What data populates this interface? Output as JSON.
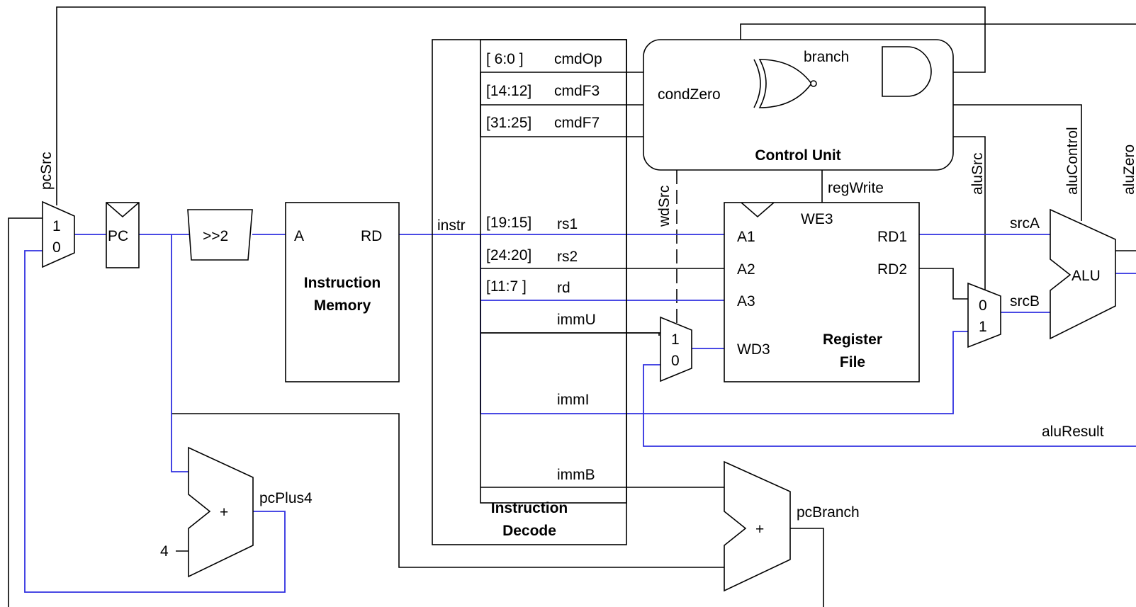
{
  "signals": {
    "pcSrc": "pcSrc",
    "instr": "instr",
    "branch": "branch",
    "condZero": "condZero",
    "wdSrc": "wdSrc",
    "regWrite": "regWrite",
    "aluSrc": "aluSrc",
    "aluControl": "aluControl",
    "aluZero": "aluZero",
    "srcA": "srcA",
    "srcB": "srcB",
    "aluResult": "aluResult",
    "pcPlus4": "pcPlus4",
    "pcBranch": "pcBranch",
    "const4": "4"
  },
  "blocks": {
    "pc": "PC",
    "shift": ">>2",
    "imem": {
      "port_a": "A",
      "port_rd": "RD",
      "title_line1": "Instruction",
      "title_line2": "Memory"
    },
    "decode": {
      "title_line1": "Instruction",
      "title_line2": "Decode",
      "fields": [
        {
          "bits": "[ 6:0 ]",
          "name": "cmdOp"
        },
        {
          "bits": "[14:12]",
          "name": "cmdF3"
        },
        {
          "bits": "[31:25]",
          "name": "cmdF7"
        },
        {
          "bits": "[19:15]",
          "name": "rs1"
        },
        {
          "bits": "[24:20]",
          "name": "rs2"
        },
        {
          "bits": "[11:7  ]",
          "name": "rd"
        }
      ],
      "immediates": [
        "immU",
        "immI",
        "immB"
      ]
    },
    "control": {
      "title": "Control Unit"
    },
    "regfile": {
      "we3": "WE3",
      "a1": "A1",
      "a2": "A2",
      "a3": "A3",
      "wd3": "WD3",
      "rd1": "RD1",
      "rd2": "RD2",
      "title_line1": "Register",
      "title_line2": "File"
    },
    "alu": "ALU",
    "adder_symbol": "+",
    "mux_in_1": "1",
    "mux_in_0": "0"
  },
  "colors": {
    "wire": "#000000",
    "datapath_wire": "#3030e0",
    "background": "#ffffff"
  }
}
